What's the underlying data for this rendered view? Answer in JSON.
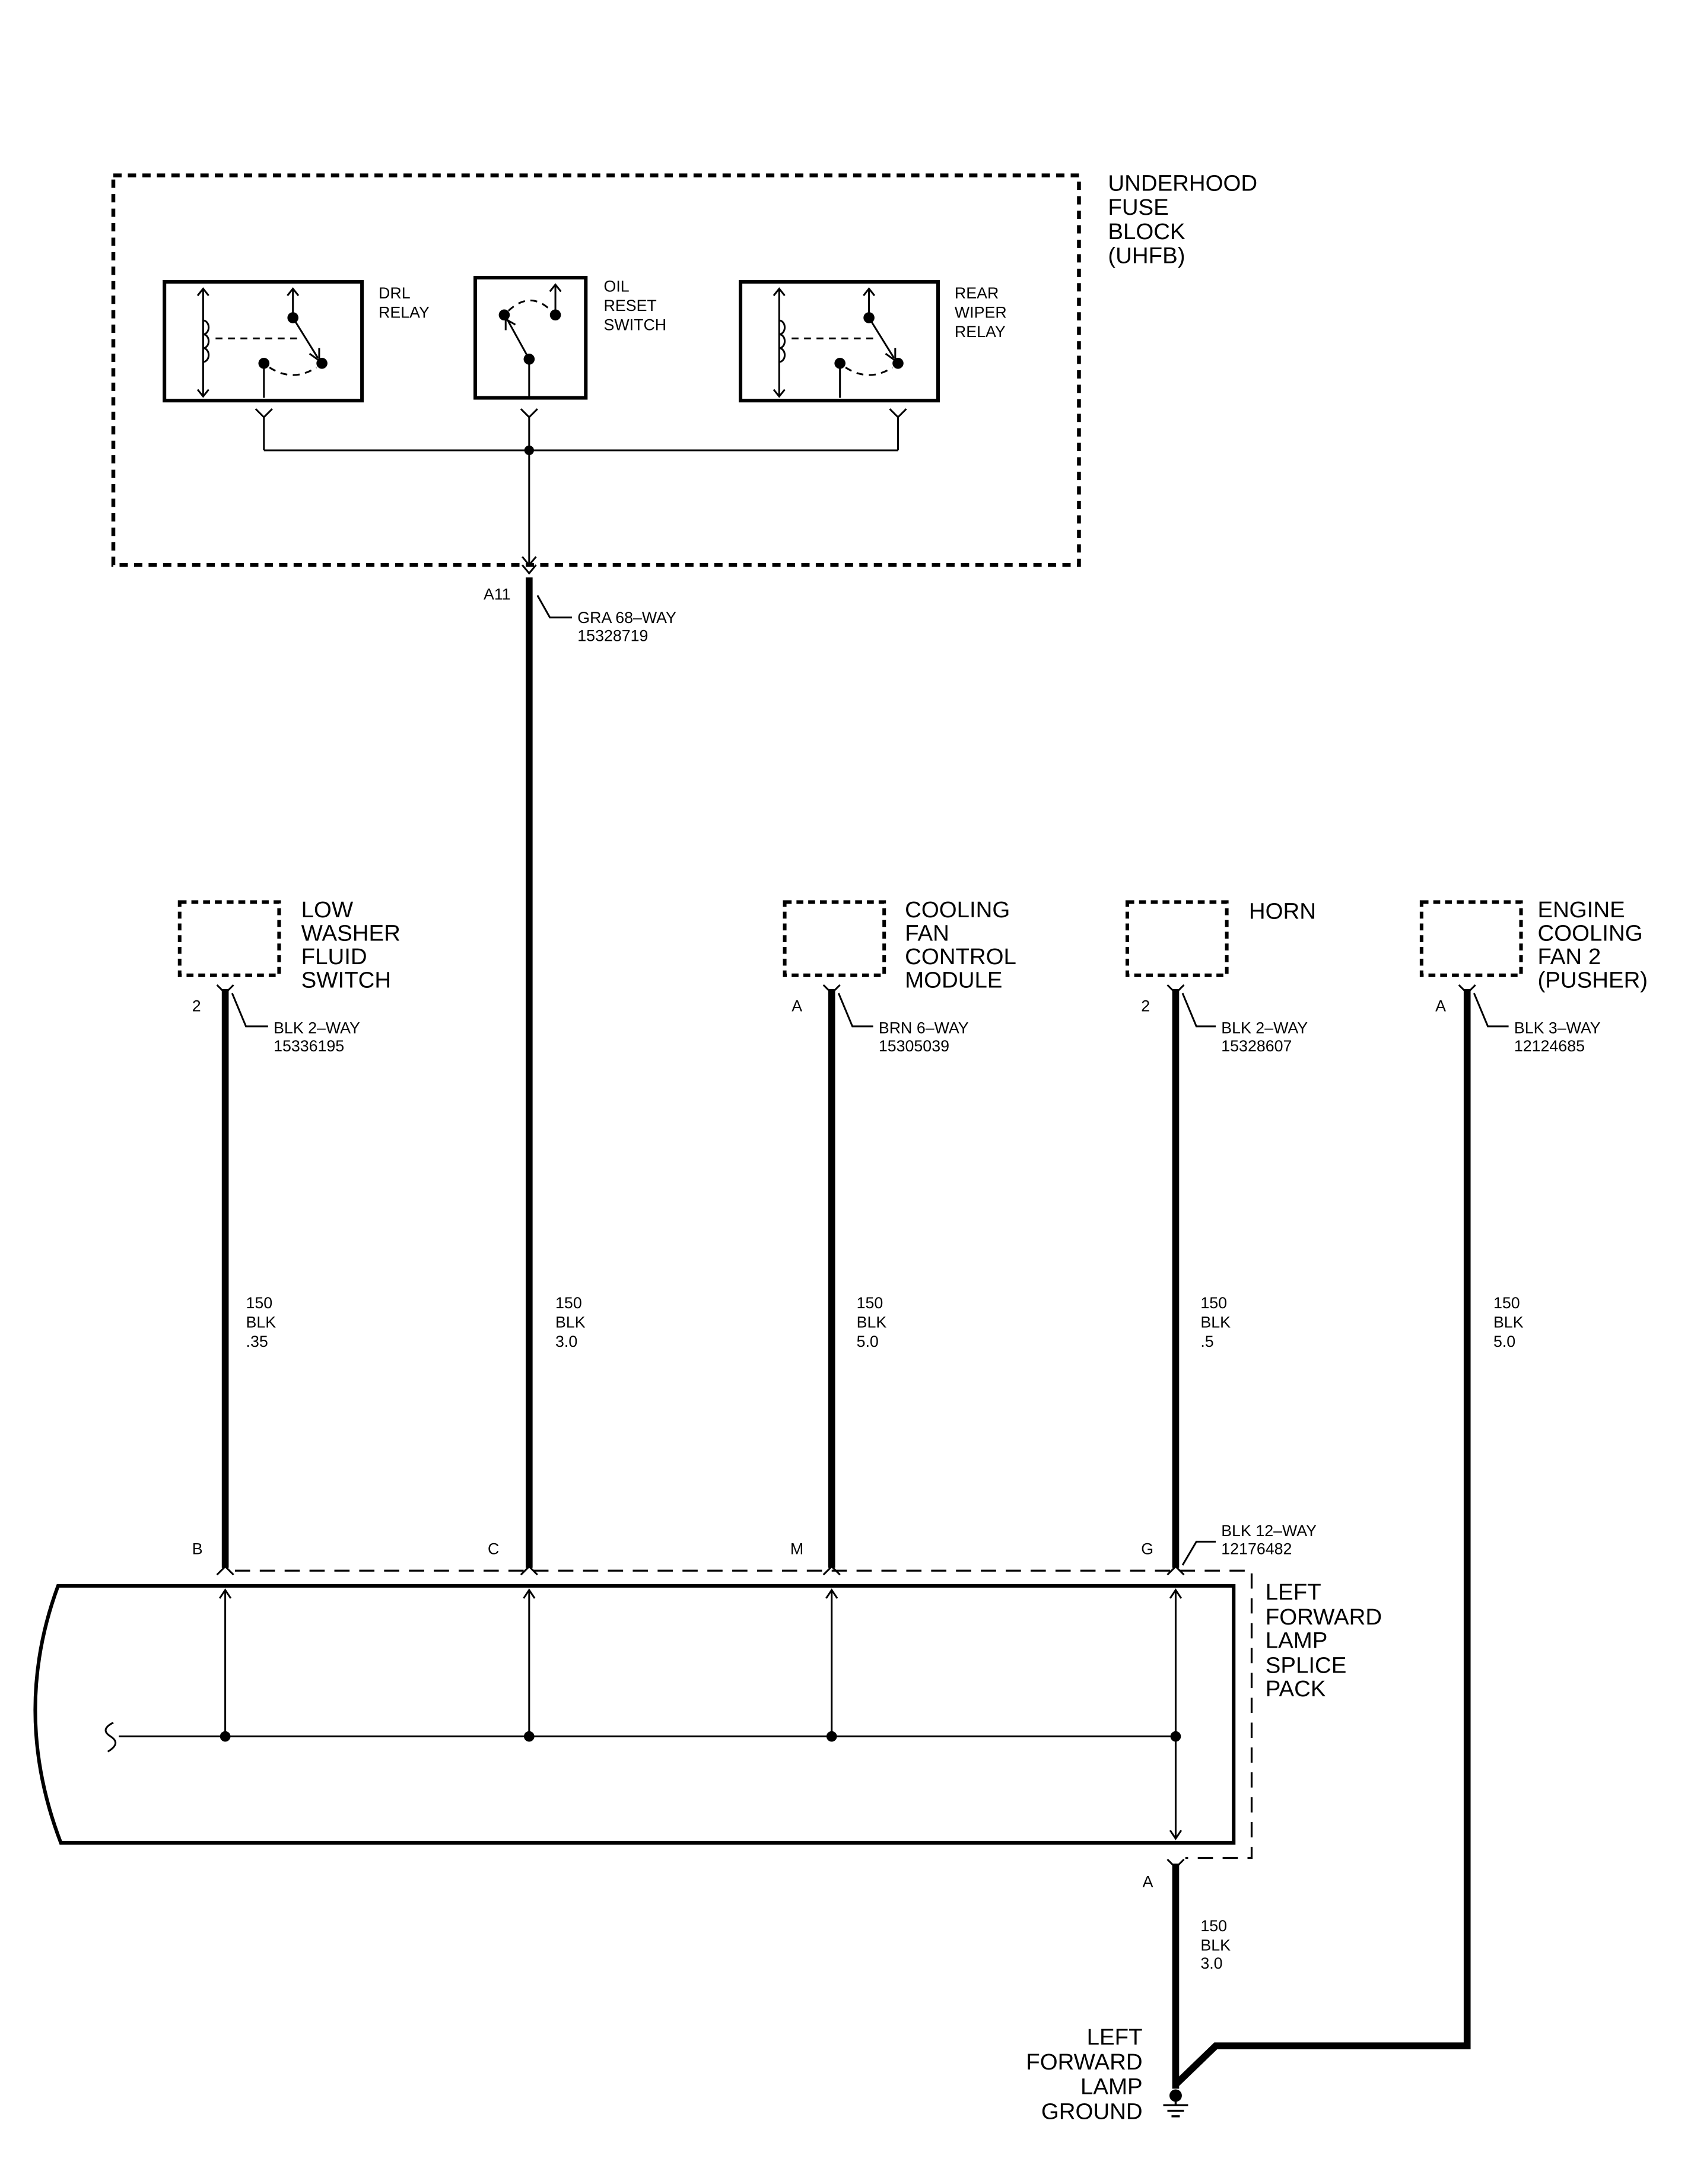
{
  "uhfb": {
    "label": [
      "UNDERHOOD",
      "FUSE",
      "BLOCK",
      "(UHFB)"
    ],
    "pin": "A11",
    "connector": [
      "GRA 68–WAY",
      "15328719"
    ],
    "wire": [
      "150",
      "BLK",
      "3.0"
    ]
  },
  "drl_relay": {
    "label": [
      "DRL",
      "RELAY"
    ]
  },
  "oil_reset_switch": {
    "label": [
      "OIL",
      "RESET",
      "SWITCH"
    ]
  },
  "rear_wiper_relay": {
    "label": [
      "REAR",
      "WIPER",
      "RELAY"
    ]
  },
  "low_washer_fluid_switch": {
    "label": [
      "LOW",
      "WASHER",
      "FLUID",
      "SWITCH"
    ],
    "pin": "2",
    "connector": [
      "BLK 2–WAY",
      "15336195"
    ],
    "wire": [
      "150",
      "BLK",
      ".35"
    ]
  },
  "cooling_fan_control_module": {
    "label": [
      "COOLING",
      "FAN",
      "CONTROL",
      "MODULE"
    ],
    "pin": "A",
    "connector": [
      "BRN 6–WAY",
      "15305039"
    ],
    "wire": [
      "150",
      "BLK",
      "5.0"
    ]
  },
  "horn": {
    "label": [
      "HORN"
    ],
    "pin": "2",
    "connector": [
      "BLK 2–WAY",
      "15328607"
    ],
    "wire": [
      "150",
      "BLK",
      ".5"
    ]
  },
  "engine_cooling_fan_2": {
    "label": [
      "ENGINE",
      "COOLING",
      "FAN 2",
      "(PUSHER)"
    ],
    "pin": "A",
    "connector": [
      "BLK 3–WAY",
      "12124685"
    ],
    "wire": [
      "150",
      "BLK",
      "5.0"
    ]
  },
  "splice_pack": {
    "label": [
      "LEFT",
      "FORWARD",
      "LAMP",
      "SPLICE",
      "PACK"
    ],
    "connector": [
      "BLK 12–WAY",
      "12176482"
    ],
    "pins": [
      "B",
      "C",
      "M",
      "G"
    ],
    "output_pin": "A",
    "output_wire": [
      "150",
      "BLK",
      "3.0"
    ]
  },
  "ground": {
    "label": [
      "LEFT",
      "FORWARD",
      "LAMP",
      "GROUND"
    ]
  }
}
